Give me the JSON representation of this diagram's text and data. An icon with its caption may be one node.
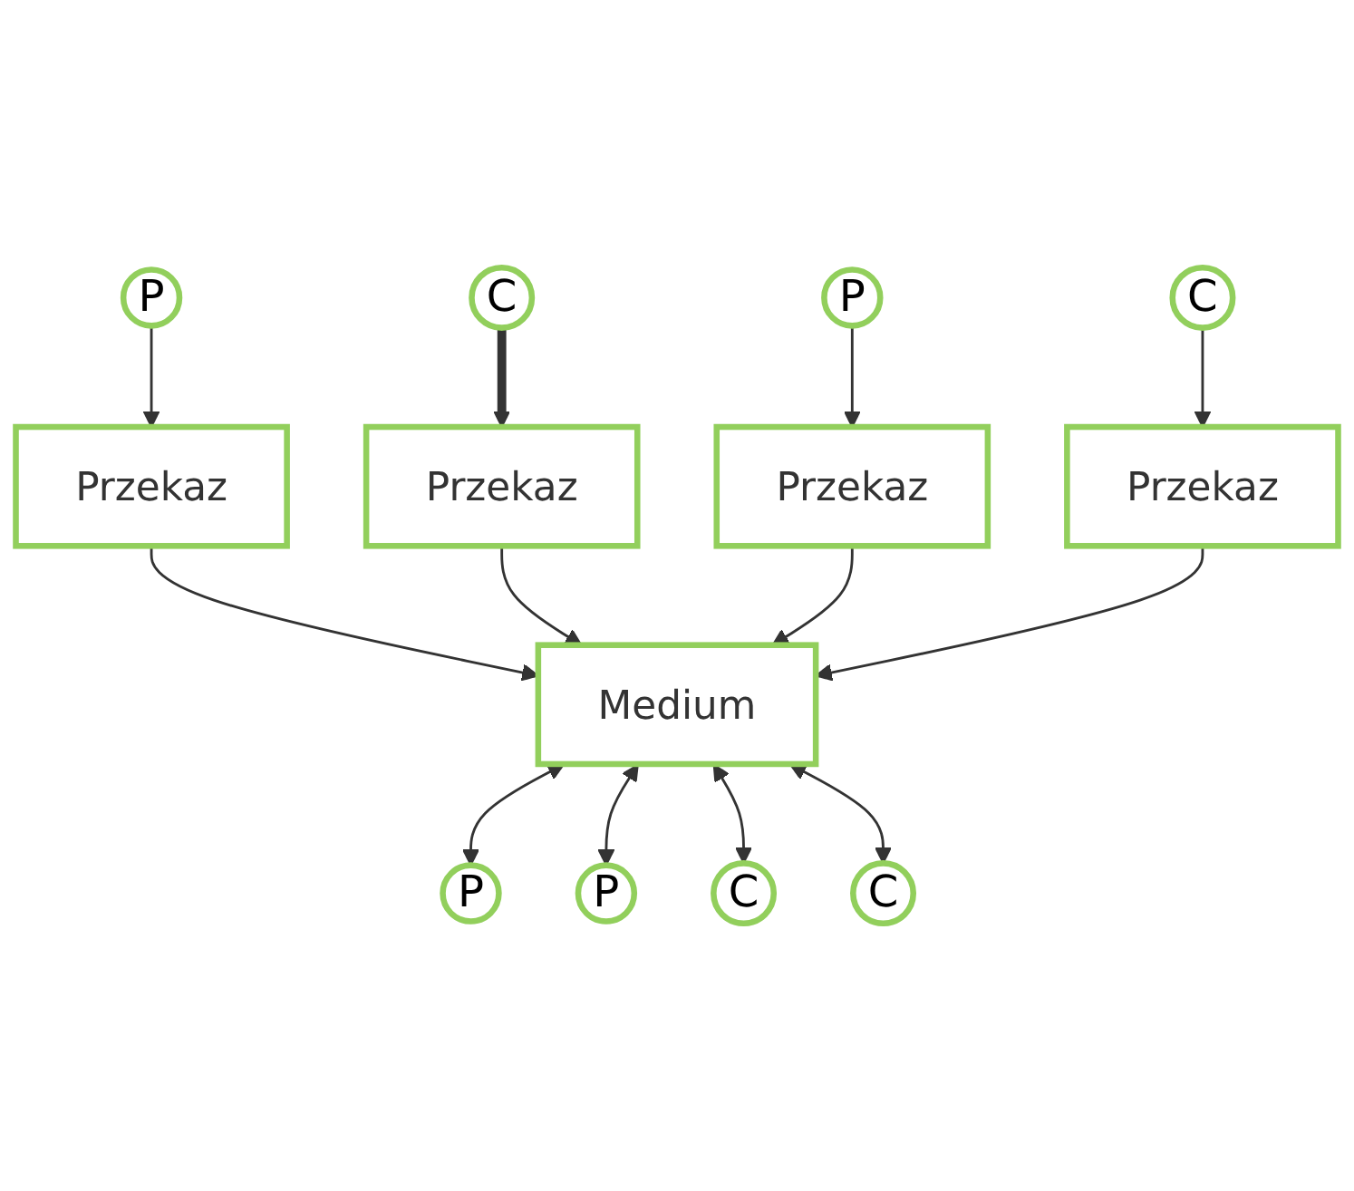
{
  "diagram": {
    "nodes": [
      {
        "text": [
          "P"
        ]
      },
      {
        "text": [
          "P"
        ]
      },
      {
        "text": [
          "Przekaz"
        ]
      },
      {
        "text": [
          "P"
        ]
      },
      {
        "text": [
          "C"
        ]
      },
      {
        "text": [
          "Przekaz"
        ]
      },
      {
        "text": [
          "Medium"
        ]
      },
      {
        "text": [
          "Przekaz"
        ]
      },
      {
        "text": [
          "P"
        ]
      },
      {
        "text": [
          "Przekaz"
        ]
      },
      {
        "text": [
          "C"
        ]
      },
      {
        "text": [
          "C"
        ]
      },
      {
        "text": [
          "C"
        ]
      }
    ],
    "edges": [
      {
        "from": 0,
        "to": 2,
        "arrow": "to"
      },
      {
        "from": 2,
        "to": 6,
        "arrow": "to"
      },
      {
        "from": 6,
        "to": 1,
        "arrow": "both"
      },
      {
        "from": 6,
        "to": 3,
        "arrow": "both"
      },
      {
        "from": 4,
        "to": 5,
        "arrow": "to",
        "style": "thick"
      },
      {
        "from": 5,
        "to": 6,
        "arrow": "to"
      },
      {
        "from": 8,
        "to": 7,
        "arrow": "to"
      },
      {
        "from": 7,
        "to": 6,
        "arrow": "to"
      },
      {
        "from": 6,
        "to": 10,
        "arrow": "both"
      },
      {
        "from": 6,
        "to": 11,
        "arrow": "both"
      },
      {
        "from": 12,
        "to": 9,
        "arrow": "to"
      },
      {
        "from": 9,
        "to": 6,
        "arrow": "to"
      }
    ]
  }
}
